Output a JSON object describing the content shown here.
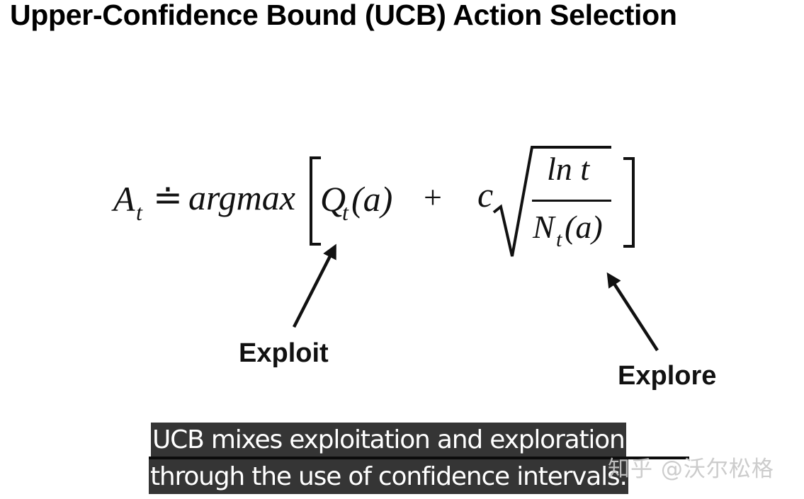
{
  "slide": {
    "title": "Upper-Confidence Bound (UCB) Action Selection"
  },
  "formula": {
    "lhs_symbol": "A",
    "lhs_subscript": "t",
    "relation": "≐",
    "operator": "argmax",
    "left_bracket": "[",
    "right_bracket": "]",
    "term1_symbol": "Q",
    "term1_subscript": "t",
    "term1_arg": "(a)",
    "plus": "+",
    "coefficient": "c",
    "numerator": "ln t",
    "denominator_symbol": "N",
    "denominator_subscript": "t",
    "denominator_arg": "(a)"
  },
  "annotations": {
    "exploit_label": "Exploit",
    "explore_label": "Explore"
  },
  "subtitles": {
    "line1": "UCB mixes exploitation and exploration",
    "line2": "through the use of confidence intervals."
  },
  "watermark": {
    "text": "知乎 @沃尔松格"
  },
  "colors": {
    "background": "#ffffff",
    "text": "#111111",
    "subtitle_bg": "#353535",
    "subtitle_text": "#ffffff",
    "watermark": "#c8c8c8"
  }
}
